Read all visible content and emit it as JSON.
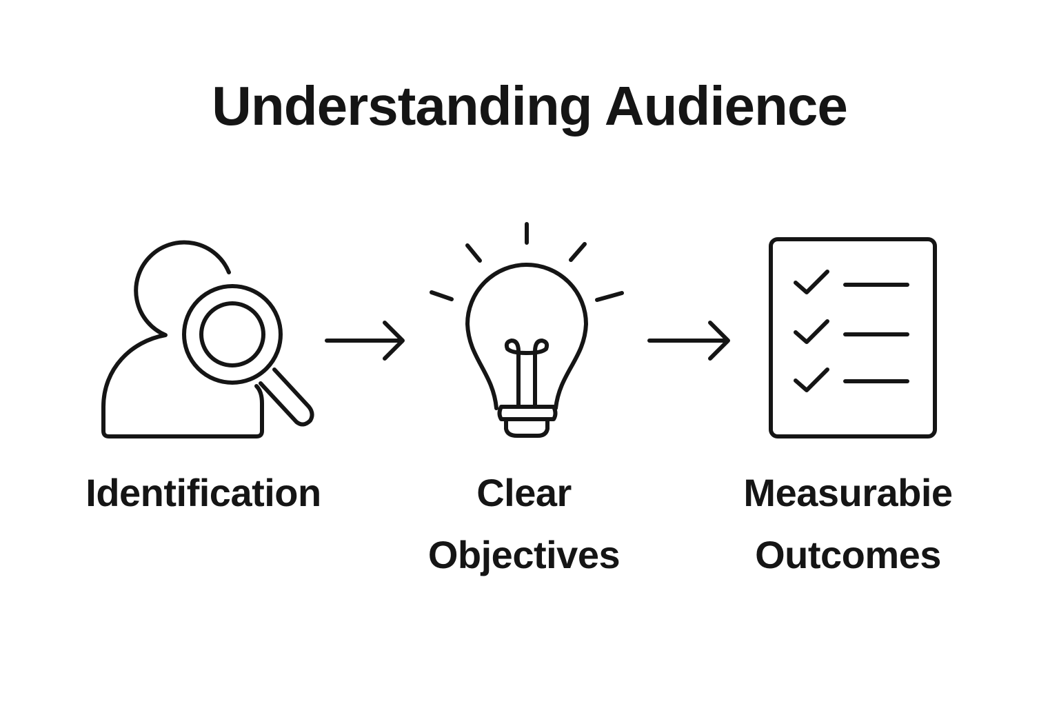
{
  "title": "Understanding Audience",
  "steps": [
    {
      "label": "Identification",
      "icon": "person-search-icon"
    },
    {
      "label_line1": "Clear",
      "label_line2": "Objectives",
      "icon": "lightbulb-icon"
    },
    {
      "label_line1": "Measurabie",
      "label_line2": "Outcomes",
      "icon": "checklist-icon"
    }
  ],
  "colors": {
    "ink": "#151515",
    "background": "#ffffff"
  }
}
